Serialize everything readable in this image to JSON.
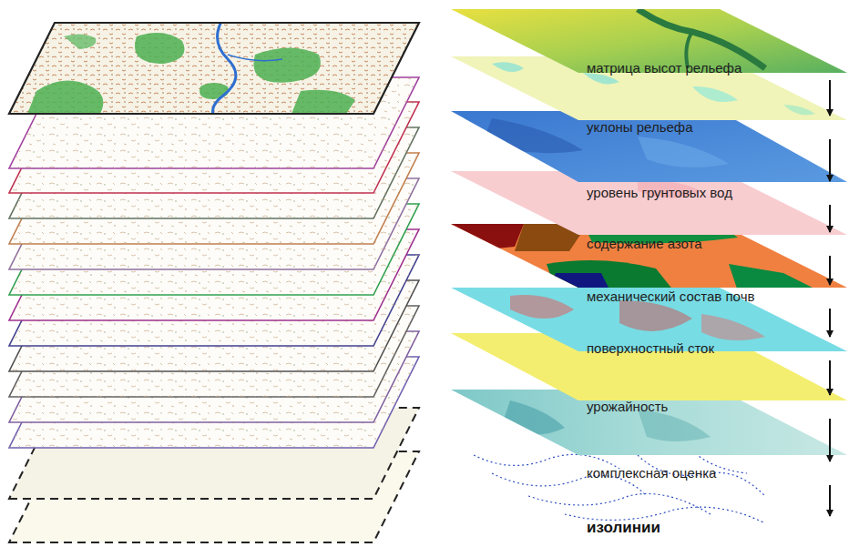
{
  "diagram": {
    "nodes": [
      {
        "text": [
          "матрица высот рельефа"
        ]
      },
      {
        "text": [
          "уклоны рельефа"
        ]
      },
      {
        "text": [
          "уровень грунтовых вод"
        ]
      },
      {
        "text": [
          "содержание азота"
        ]
      },
      {
        "text": [
          "механический состав почв"
        ]
      },
      {
        "text": [
          "поверхностный сток"
        ]
      },
      {
        "text": [
          "урожайность"
        ]
      },
      {
        "text": [
          "комплексная оценка"
        ]
      },
      {
        "text": [
          "изолинии"
        ]
      }
    ],
    "edges": [
      {
        "from": 0,
        "to": 1,
        "arrow": "to"
      },
      {
        "from": 1,
        "to": 2,
        "arrow": "to"
      },
      {
        "from": 2,
        "to": 3,
        "arrow": "to"
      },
      {
        "from": 3,
        "to": 4,
        "arrow": "to"
      },
      {
        "from": 4,
        "to": 5,
        "arrow": "to"
      },
      {
        "from": 5,
        "to": 6,
        "arrow": "to"
      },
      {
        "from": 6,
        "to": 7,
        "arrow": "to"
      },
      {
        "from": 7,
        "to": 8,
        "arrow": "to"
      }
    ]
  }
}
